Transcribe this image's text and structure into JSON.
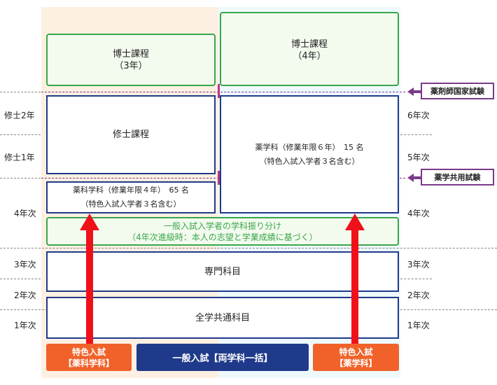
{
  "boxes": {
    "doctor_left": {
      "title": "博士課程",
      "sub": "（3年）"
    },
    "doctor_right": {
      "title": "博士課程",
      "sub": "（4年）"
    },
    "master": {
      "title": "修士課程"
    },
    "pharm_sci": {
      "line1": "薬科学科（修業年限４年）　65 名",
      "line2": "（特色入試入学者３名含む）"
    },
    "pharm": {
      "line1": "薬学科（修業年限６年）　15 名",
      "line2": "（特色入試入学者３名含む）"
    },
    "allocation": {
      "line1": "一般入試入学者の学科振り分け",
      "line2": "（4年次進級時：本人の志望と学業成績に基づく）"
    },
    "specialized": {
      "title": "専門科目"
    },
    "common": {
      "title": "全学共通科目"
    }
  },
  "left_labels": [
    "修士2年",
    "修士1年",
    "4年次",
    "3年次",
    "2年次",
    "1年次"
  ],
  "right_labels": [
    "6年次",
    "5年次",
    "4年次",
    "3年次",
    "2年次",
    "1年次"
  ],
  "exams": {
    "national": "薬剤師国家試験",
    "common": "薬学共用試験"
  },
  "entries": {
    "left": {
      "line1": "特色入試",
      "line2": "【薬科学科】"
    },
    "center": {
      "label": "一般入試【両学科一括】"
    },
    "right": {
      "line1": "特色入試",
      "line2": "【薬学科】"
    }
  },
  "colors": {
    "accent_orange": "#f0622a",
    "navy": "#1f3a8a",
    "green": "#3aa64a",
    "arrow": "#f0101a",
    "purple": "#7a3a8a"
  }
}
